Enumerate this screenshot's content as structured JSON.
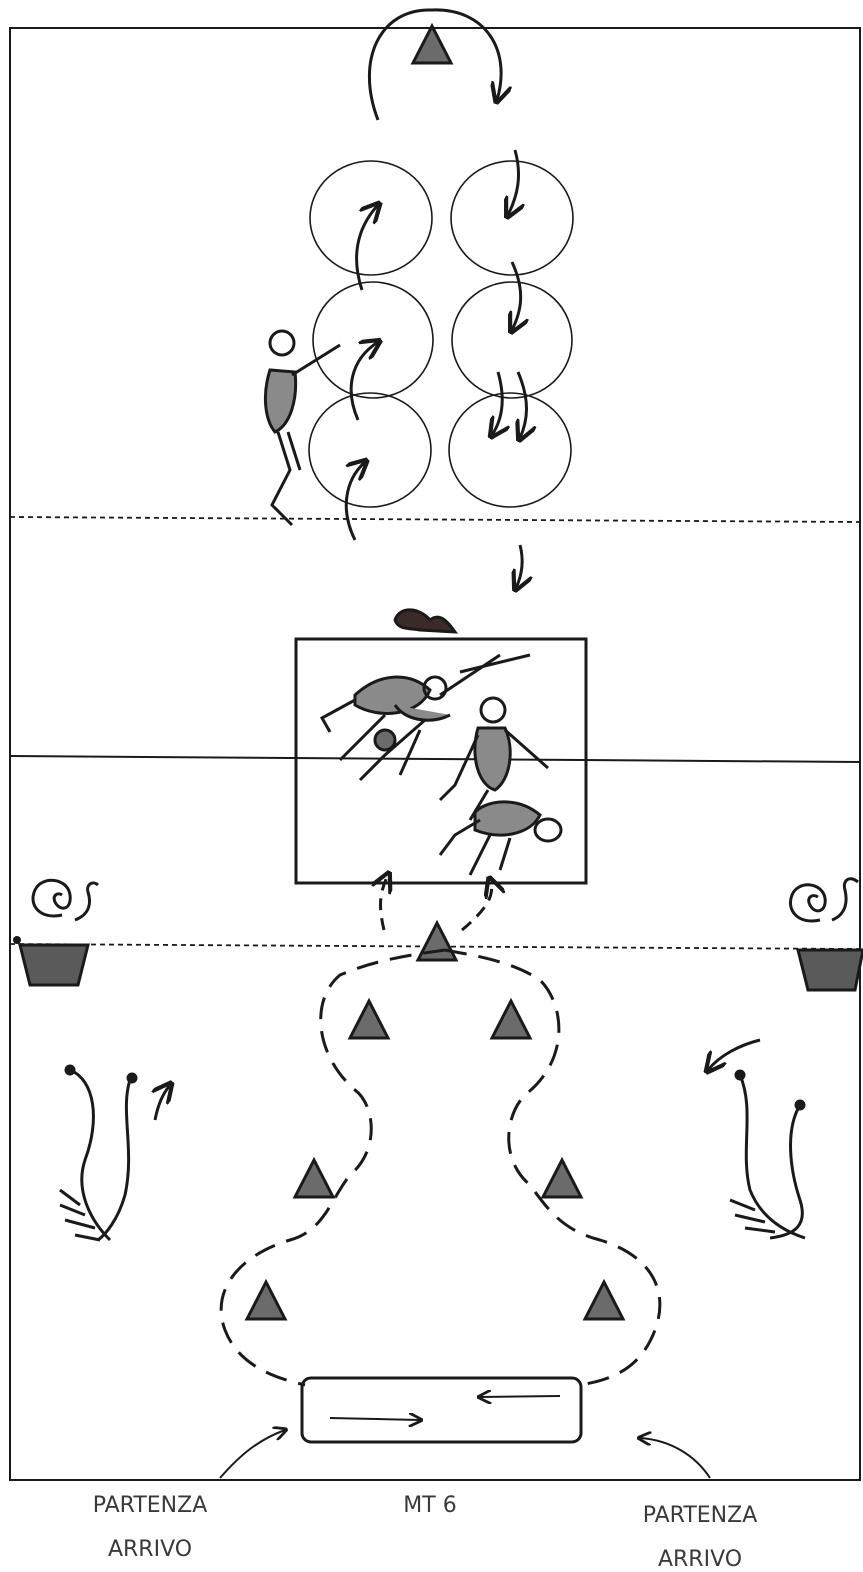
{
  "labels": {
    "left_line1": "PARTENZA",
    "left_line2": "ARRIVO",
    "center": "MT 6",
    "right_line1": "PARTENZA",
    "right_line2": "ARRIVO"
  },
  "colors": {
    "ink": "#1a1a1a",
    "cone_fill": "#6b6b6b",
    "basket_fill": "#5a5a5a",
    "figure_fill": "#8a8a8a",
    "background": "#ffffff"
  },
  "icons": [
    "cone-icon",
    "hoop-icon",
    "mat-icon",
    "basket-icon",
    "bench-icon",
    "child-figure-icon",
    "snake-icon",
    "flow-arrow-icon"
  ]
}
